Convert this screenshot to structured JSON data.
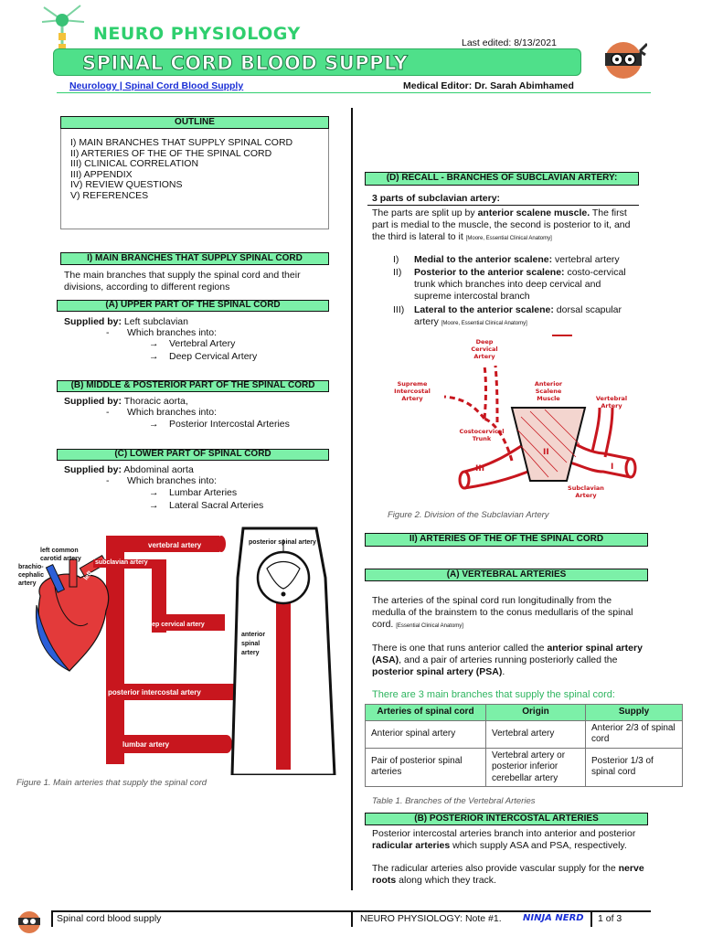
{
  "header": {
    "subject": "NEURO PHYSIOLOGY",
    "title": "SPINAL CORD BLOOD SUPPLY",
    "last_edited": "Last edited: 8/13/2021",
    "breadcrumb": "Neurology | Spinal Cord Blood Supply",
    "editor": "Medical Editor: Dr. Sarah Abimhamed",
    "colors": {
      "accent": "#4fe08a",
      "light_accent": "#7cf0a8",
      "artery_red": "#c8161e",
      "link_blue": "#1a2fd6"
    }
  },
  "outline": {
    "title": "OUTLINE",
    "items": [
      "I) MAIN BRANCHES THAT SUPPLY SPINAL CORD",
      "II) ARTERIES OF THE OF THE SPINAL CORD",
      "III) CLINICAL CORRELATION",
      "III) APPENDIX",
      "IV) REVIEW QUESTIONS",
      "V) REFERENCES"
    ]
  },
  "section1": {
    "title": "I)  MAIN BRANCHES THAT SUPPLY SPINAL CORD",
    "intro": "The main branches that supply the spinal cord and their divisions, according to different regions",
    "a": {
      "title": "(A)  UPPER PART OF THE SPINAL CORD",
      "supplied_label": "Supplied by:",
      "supplied_value": " Left subclavian",
      "which": "Which branches into:",
      "branches": [
        "Vertebral Artery",
        "Deep Cervical Artery"
      ]
    },
    "b": {
      "title": "(B)  MIDDLE & POSTERIOR PART OF THE SPINAL CORD",
      "supplied_label": "Supplied by:",
      "supplied_value": " Thoracic aorta,",
      "which": "Which branches into:",
      "branches": [
        "Posterior Intercostal Arteries"
      ]
    },
    "c": {
      "title": "(C)  LOWER PART OF SPINAL CORD",
      "supplied_label": "Supplied by:",
      "supplied_value": " Abdominal aorta",
      "which": "Which branches into:",
      "branches": [
        "Lumbar Arteries",
        "Lateral Sacral Arteries"
      ]
    },
    "dash": "-",
    "arrow": "→"
  },
  "figure1": {
    "labels": {
      "left_common_carotid": "left common carotid artery",
      "brachiocephalic": "brachio-cephalic artery",
      "left": "left",
      "subclavian": "subclavian artery",
      "vertebral": "vertebral artery",
      "deep_cervical": "deep cervical artery",
      "posterior_intercostal": "posterior intercostal artery",
      "lumbar": "lumbar artery",
      "posterior_spinal": "posterior spinal artery",
      "anterior_spinal": "anterior spinal artery"
    },
    "caption": "Figure 1. Main arteries that supply the spinal cord"
  },
  "recall": {
    "title": "(D)  RECALL - BRANCHES OF SUBCLAVIAN ARTERY:",
    "subtitle": "3 parts of subclavian artery:",
    "p1_a": "The parts are split up by ",
    "p1_b": "anterior scalene muscle.",
    "p1_c": " The first part is medial to the muscle, the second is posterior to it, and the third is lateral to it ",
    "p1_cite": "[Moore, Essential Clinical Anatomy]",
    "items": [
      {
        "num": "I)",
        "bold": "Medial to the anterior scalene:",
        "text": " vertebral artery",
        "cite": ""
      },
      {
        "num": "II)",
        "bold": "Posterior to the anterior scalene:",
        "text": " costo-cervical trunk which branches into deep cervical and supreme intercostal branch",
        "cite": ""
      },
      {
        "num": "III)",
        "bold": "Lateral to the anterior scalene:",
        "text": " dorsal scapular artery ",
        "cite": "[Moore, Essential Clinical Anatomy]"
      }
    ]
  },
  "figure2": {
    "labels": {
      "deep_cervical": "Deep Cervical Artery",
      "supreme": "Supreme Intercostal Artery",
      "anterior_scalene": "Anterior Scalene Muscle",
      "vertebral": "Vertebral Artery",
      "costocervical": "Costocervical Trunk",
      "subclavian": "Subclavian Artery",
      "n1": "I",
      "n2": "II",
      "n3": "III"
    },
    "caption": "Figure 2. Division of the Subclavian Artery"
  },
  "section2": {
    "title": "II)  ARTERIES OF THE OF THE SPINAL CORD",
    "a_title": "(A)  VERTEBRAL ARTERIES",
    "p1": "The arteries of the spinal cord run longitudinally from the medulla of the brainstem to the conus medullaris of the spinal cord. ",
    "p1_cite": "[Essential Clinical Anatomy]",
    "p2_a": "There is one that runs anterior called the ",
    "p2_b": "anterior spinal artery (ASA)",
    "p2_c": ", and a pair of arteries running posteriorly called the ",
    "p2_d": "posterior spinal artery (PSA)",
    "p2_e": ".",
    "green_line": "There are 3 main branches that supply the spinal cord:",
    "table": {
      "headers": [
        "Arteries of spinal cord",
        "Origin",
        "Supply"
      ],
      "rows": [
        [
          "Anterior spinal artery",
          "Vertebral artery",
          "Anterior 2/3 of spinal cord"
        ],
        [
          "Pair of posterior spinal arteries",
          "Vertebral artery or posterior inferior cerebellar artery",
          "Posterior 1/3 of spinal cord"
        ]
      ]
    },
    "table_caption": "Table 1. Branches of the Vertebral Arteries",
    "b_title": "(B)  POSTERIOR INTERCOSTAL ARTERIES",
    "b_p1_a": "Posterior intercostal arteries branch into anterior and posterior ",
    "b_p1_b": "radicular arteries",
    "b_p1_c": " which supply ASA and PSA, respectively.",
    "b_p2_a": "The radicular arteries also provide vascular supply for the ",
    "b_p2_b": "nerve roots",
    "b_p2_c": " along which they track."
  },
  "footer": {
    "left": "Spinal cord blood supply",
    "middle": "NEURO PHYSIOLOGY: Note #1.",
    "brand": "NINJA NERD",
    "page": "1 of 3"
  }
}
